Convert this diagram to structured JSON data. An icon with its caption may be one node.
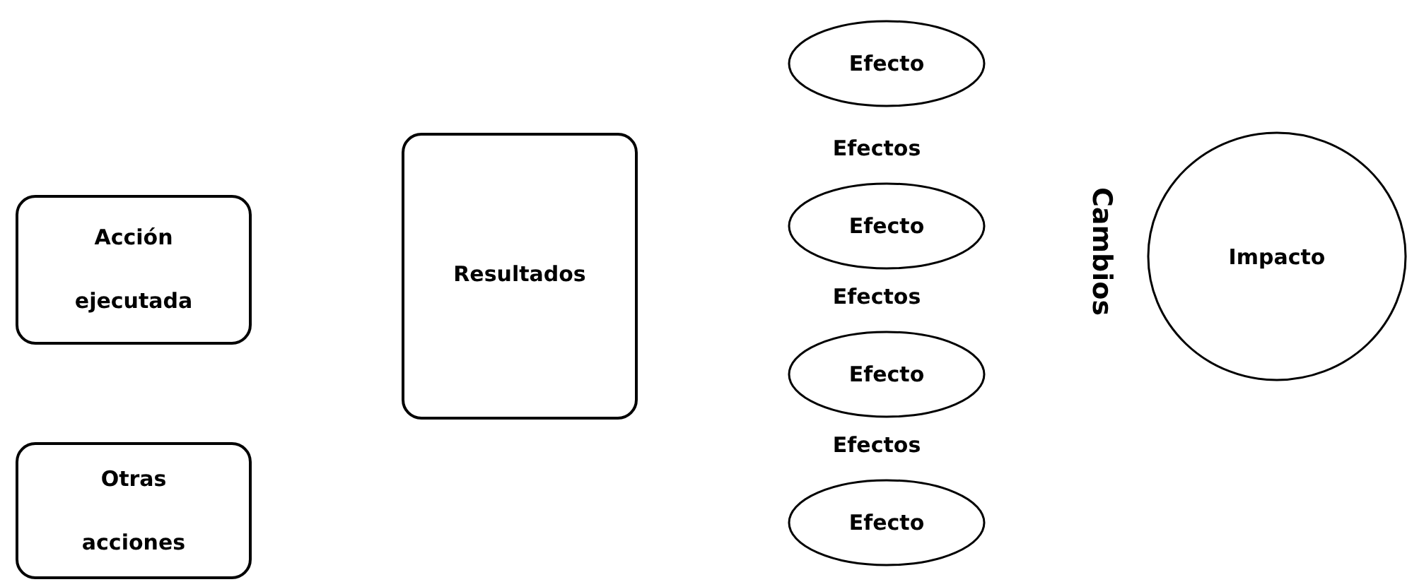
{
  "diagram": {
    "nodes": [
      {
        "text": [
          "Acción ejecutada"
        ]
      },
      {
        "text": [
          "Otras acciones"
        ]
      },
      {
        "text": [
          "Resultados"
        ]
      },
      {
        "text": [
          "Efecto"
        ]
      },
      {
        "text": [
          "Efecto"
        ]
      },
      {
        "text": [
          "Efecto"
        ]
      },
      {
        "text": [
          "Efecto"
        ]
      },
      {
        "text": [
          "Impacto"
        ]
      }
    ],
    "labels": [
      "Efectos",
      "Efectos",
      "Efectos",
      "Cambios"
    ]
  }
}
